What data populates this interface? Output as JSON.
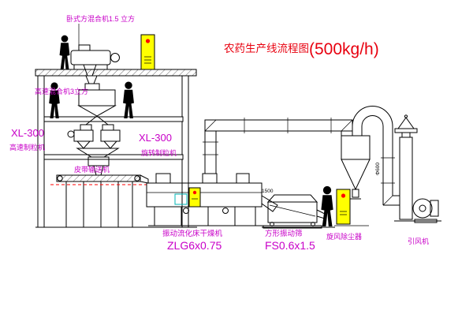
{
  "title": {
    "text": "农药生产线流程图",
    "capacity": "(500kg/h)"
  },
  "equipment_labels": {
    "horizontal_mixer": "卧式方混合机1.5 立方",
    "high_speed_mixer": "高速混合机3立方",
    "granulator_left_model": "XL-300",
    "granulator_left_name": "高速制粒机",
    "granulator_right_model": "XL-300",
    "granulator_right_name": "旋转制粒机",
    "belt_conveyor": "皮带输送机",
    "dryer_name": "振动流化床干燥机",
    "dryer_model": "ZLG6x0.75",
    "screen_name": "方形振动筛",
    "screen_model": "FS0.6x1.5",
    "cyclone": "旋风除尘器",
    "fan": "引风机"
  },
  "dimensions": {
    "screen_feed_length": "1500",
    "duct_diameter": "Φ600"
  },
  "colors": {
    "label_magenta": "#c800c8",
    "title_red": "#e8000f",
    "panel_yellow": "#ffff00",
    "indicator_red": "#ff0000",
    "accent_cyan": "#00b6b6",
    "baseline_red_dashed": "#ff0000",
    "line_black": "#000000",
    "background": "#ffffff"
  }
}
